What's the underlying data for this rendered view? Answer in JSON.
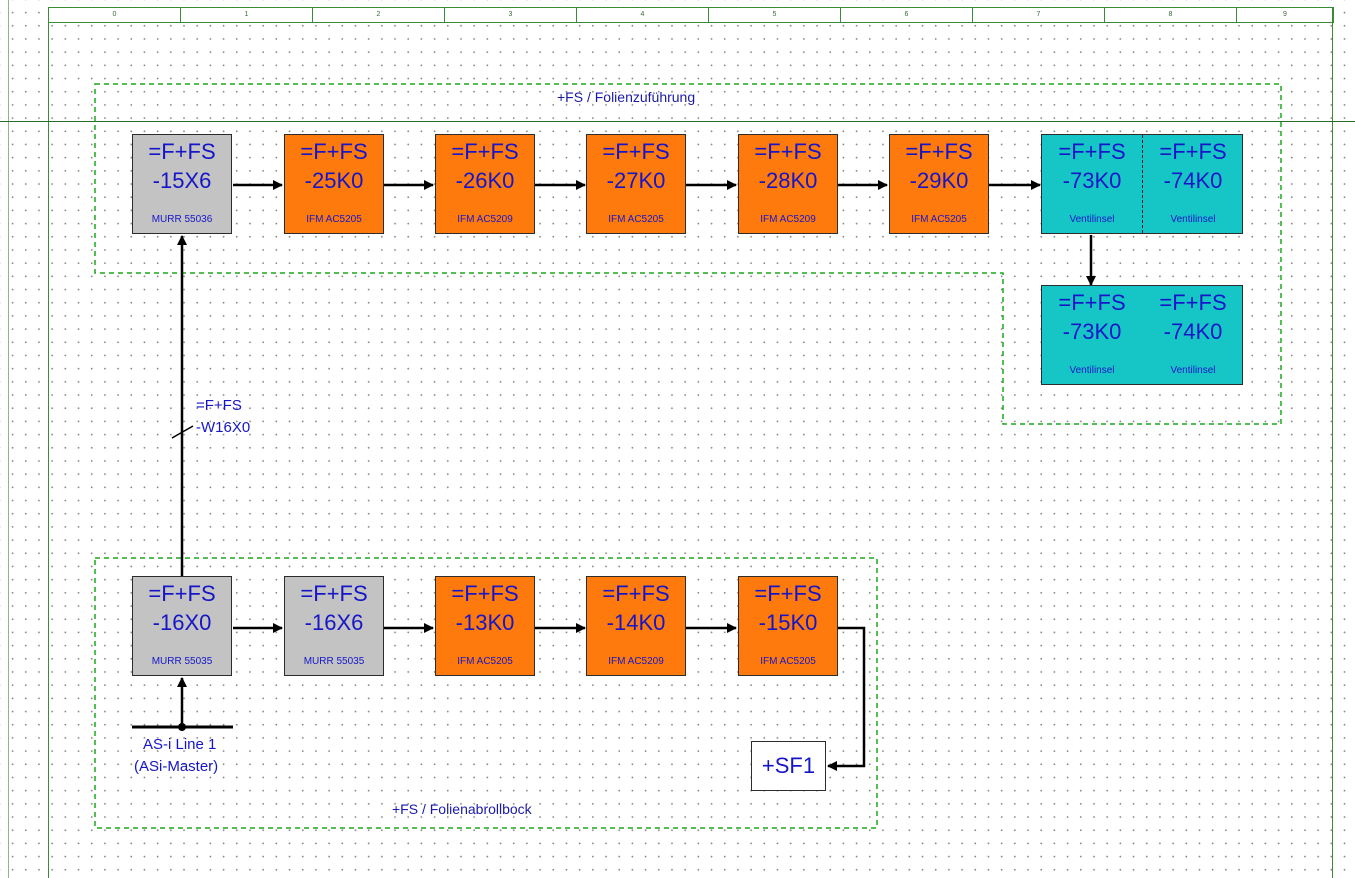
{
  "ruler": [
    "0",
    "1",
    "2",
    "3",
    "4",
    "5",
    "6",
    "7",
    "8",
    "9"
  ],
  "colors": {
    "gray": "#c3c3c3",
    "orange": "#ff7a0d",
    "cyan": "#16c6c6",
    "text": "#1616c8",
    "region_border": "#1aa81a"
  },
  "regions": {
    "top_label": "+FS / Folienzuführung",
    "bottom_label": "+FS / Folienabrollbock"
  },
  "top_row": [
    {
      "l1": "=F+FS",
      "l2": "-15X6",
      "l3": "MURR 55036"
    },
    {
      "l1": "=F+FS",
      "l2": "-25K0",
      "l3": "IFM AC5205"
    },
    {
      "l1": "=F+FS",
      "l2": "-26K0",
      "l3": "IFM AC5209"
    },
    {
      "l1": "=F+FS",
      "l2": "-27K0",
      "l3": "IFM AC5205"
    },
    {
      "l1": "=F+FS",
      "l2": "-28K0",
      "l3": "IFM AC5209"
    },
    {
      "l1": "=F+FS",
      "l2": "-29K0",
      "l3": "IFM AC5205"
    }
  ],
  "valve_top": [
    {
      "l1": "=F+FS",
      "l2": "-73K0",
      "l3": "Ventilinsel"
    },
    {
      "l1": "=F+FS",
      "l2": "-74K0",
      "l3": "Ventilinsel"
    }
  ],
  "valve_bottom": [
    {
      "l1": "=F+FS",
      "l2": "-73K0",
      "l3": "Ventilinsel"
    },
    {
      "l1": "=F+FS",
      "l2": "-74K0",
      "l3": "Ventilinsel"
    }
  ],
  "bottom_row": [
    {
      "l1": "=F+FS",
      "l2": "-16X0",
      "l3": "MURR 55035"
    },
    {
      "l1": "=F+FS",
      "l2": "-16X6",
      "l3": "MURR 55035"
    },
    {
      "l1": "=F+FS",
      "l2": "-13K0",
      "l3": "IFM AC5205"
    },
    {
      "l1": "=F+FS",
      "l2": "-14K0",
      "l3": "IFM AC5209"
    },
    {
      "l1": "=F+FS",
      "l2": "-15K0",
      "l3": "IFM AC5205"
    }
  ],
  "cable": {
    "l1": "=F+FS",
    "l2": "-W16X0"
  },
  "master": {
    "l1": "AS-i Line 1",
    "l2": "(ASi-Master)"
  },
  "sf1": "+SF1"
}
